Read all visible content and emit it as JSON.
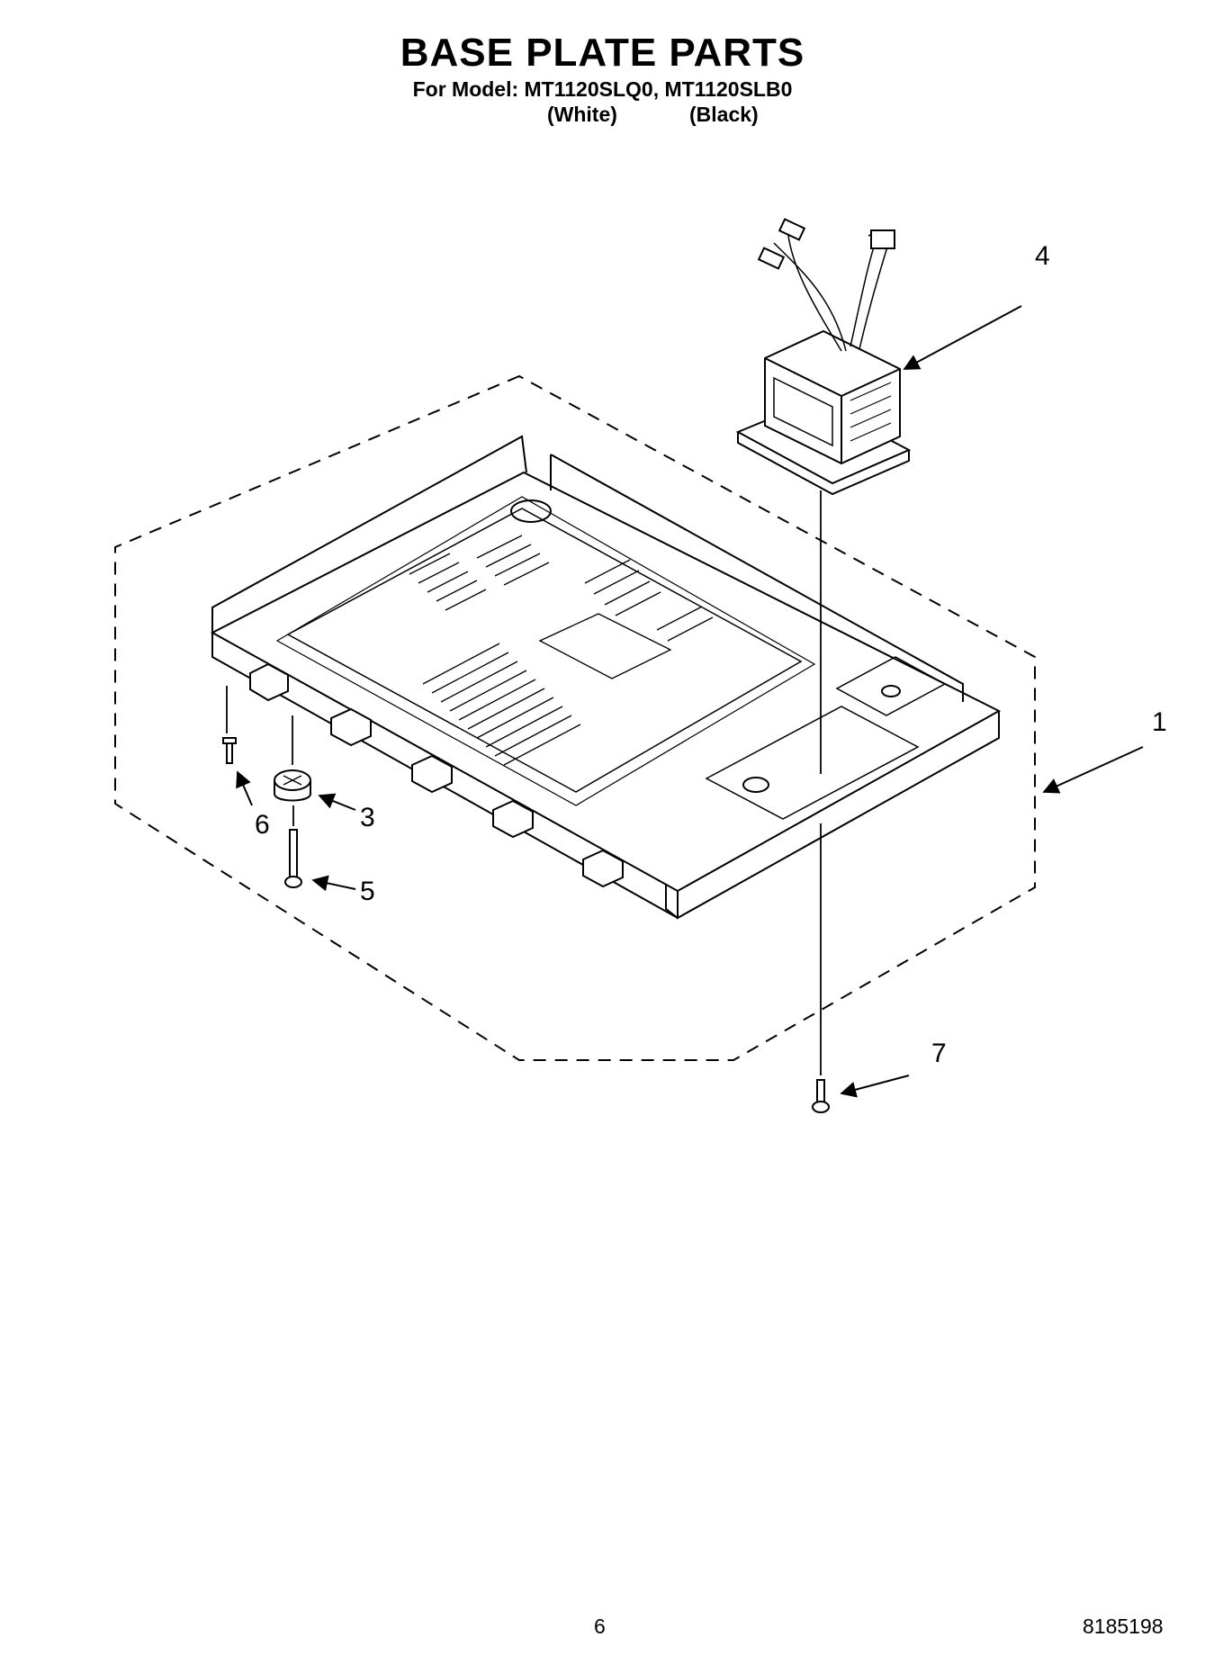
{
  "title": "BASE PLATE PARTS",
  "subtitle": "For Model: MT1120SLQ0, MT1120SLB0",
  "variants": [
    "(White)",
    "(Black)"
  ],
  "callouts": [
    "1",
    "3",
    "4",
    "5",
    "6",
    "7"
  ],
  "footer": {
    "page_number": "6",
    "doc_number": "8185198"
  }
}
